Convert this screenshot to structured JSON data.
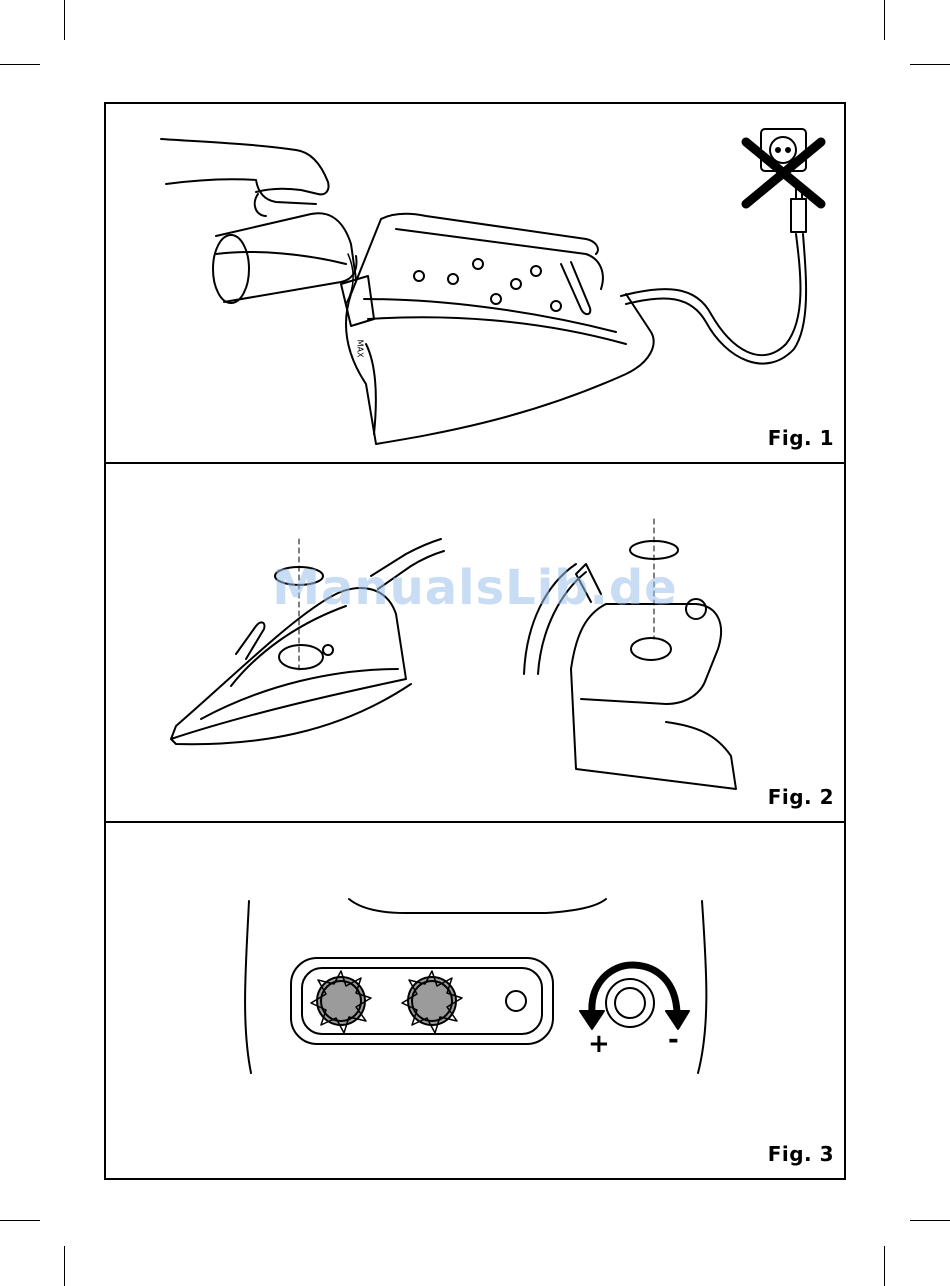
{
  "figures": [
    {
      "label": "Fig. 1",
      "scale_label": "MAX"
    },
    {
      "label": "Fig. 2"
    },
    {
      "label": "Fig. 3",
      "plus": "+",
      "minus": "-"
    }
  ],
  "watermark": "ManualsLib.de"
}
